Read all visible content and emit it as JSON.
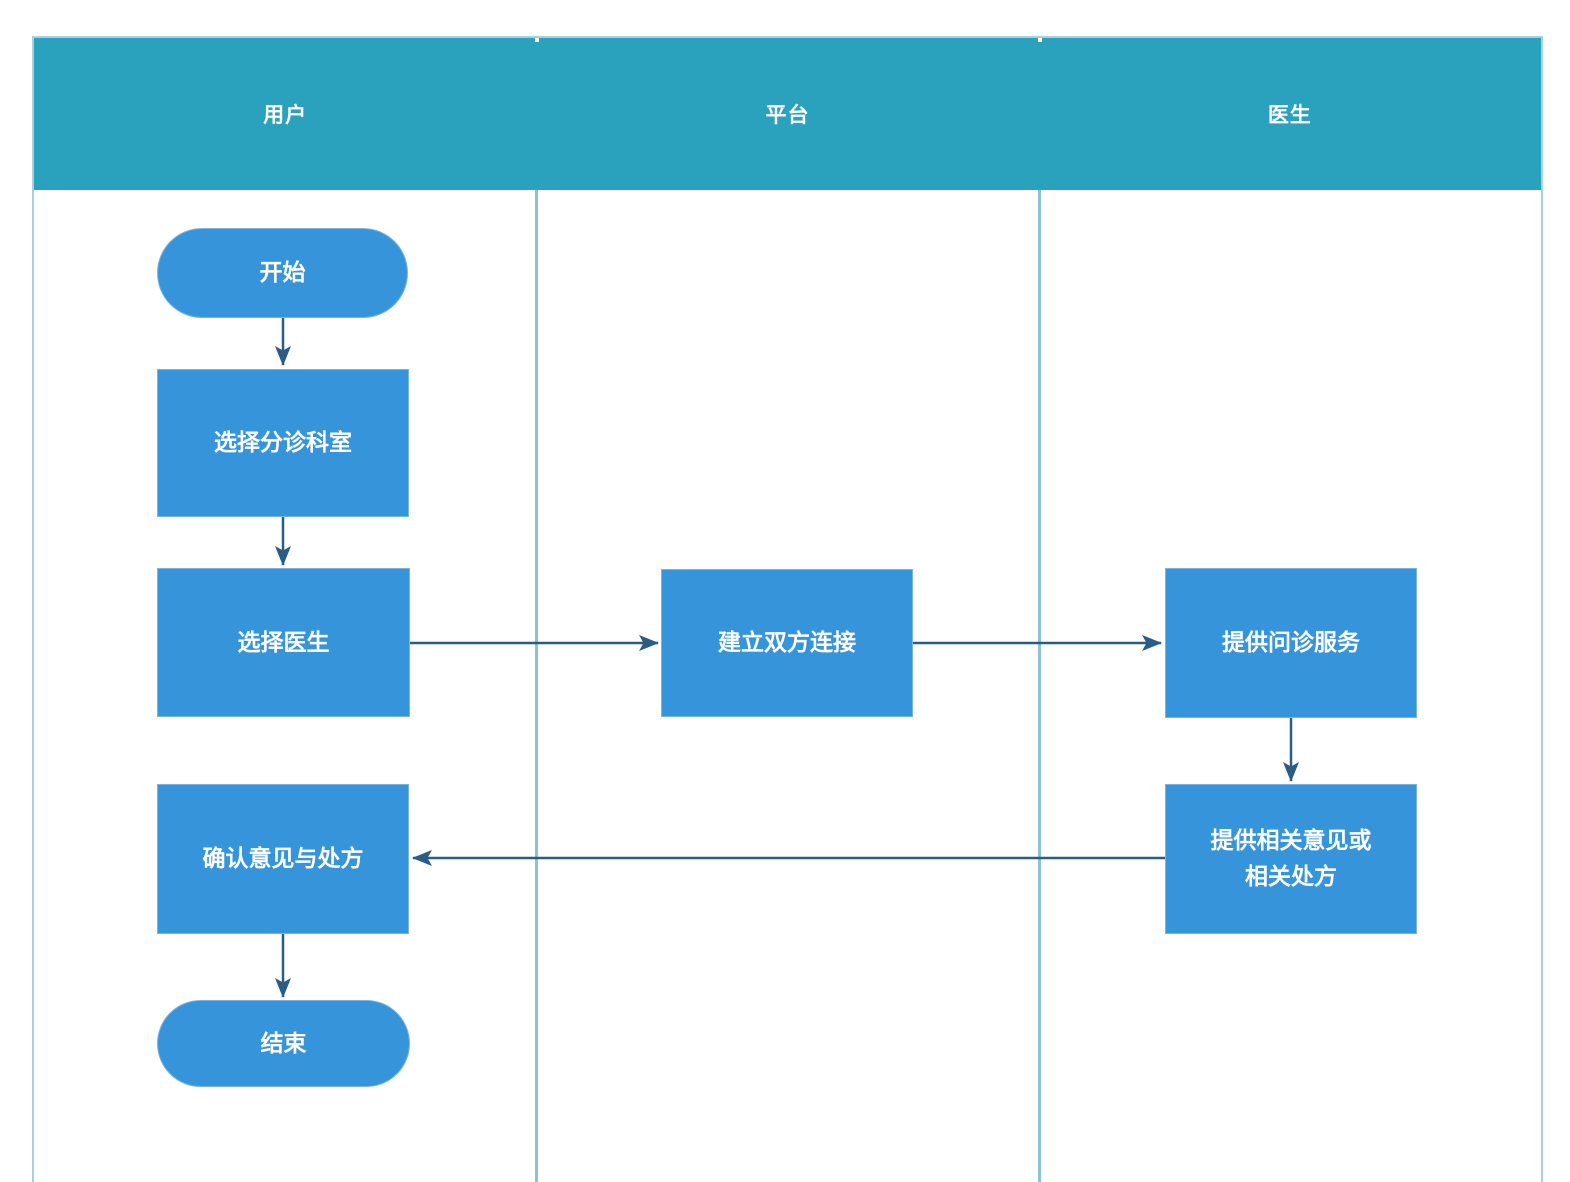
{
  "diagram": {
    "title": "online-consultation-flowchart",
    "lanes": [
      {
        "id": "user",
        "label": "用户"
      },
      {
        "id": "platform",
        "label": "平台"
      },
      {
        "id": "doctor",
        "label": "医生"
      }
    ],
    "nodes": [
      {
        "id": "start",
        "lane": "user",
        "type": "terminator",
        "label": "开始"
      },
      {
        "id": "select_department",
        "lane": "user",
        "type": "process",
        "label": "选择分诊科室"
      },
      {
        "id": "select_doctor",
        "lane": "user",
        "type": "process",
        "label": "选择医生"
      },
      {
        "id": "establish_connection",
        "lane": "platform",
        "type": "process",
        "label": "建立双方连接"
      },
      {
        "id": "provide_consultation",
        "lane": "doctor",
        "type": "process",
        "label": "提供问诊服务"
      },
      {
        "id": "provide_advice",
        "lane": "doctor",
        "type": "process",
        "label": "提供相关意见或\n相关处方"
      },
      {
        "id": "confirm_advice",
        "lane": "user",
        "type": "process",
        "label": "确认意见与处方"
      },
      {
        "id": "end",
        "lane": "user",
        "type": "terminator",
        "label": "结束"
      }
    ],
    "edges": [
      {
        "from": "start",
        "to": "select_department"
      },
      {
        "from": "select_department",
        "to": "select_doctor"
      },
      {
        "from": "select_doctor",
        "to": "establish_connection"
      },
      {
        "from": "establish_connection",
        "to": "provide_consultation"
      },
      {
        "from": "provide_consultation",
        "to": "provide_advice"
      },
      {
        "from": "provide_advice",
        "to": "confirm_advice"
      },
      {
        "from": "confirm_advice",
        "to": "end"
      }
    ],
    "colors": {
      "header_fill": "#2aa2be",
      "header_text": "#ffffff",
      "node_fill": "#3695da",
      "node_text": "#ffffff",
      "arrow": "#2a5c87",
      "lane_separator": "#8ec1d6",
      "frame_border": "#aacfdf"
    }
  }
}
